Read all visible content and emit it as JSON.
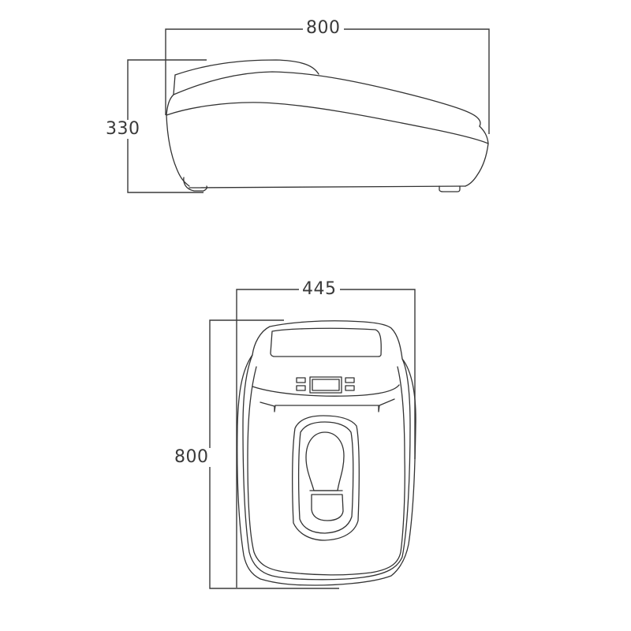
{
  "side_view": {
    "width_dimension": "800",
    "height_dimension": "330"
  },
  "top_view": {
    "width_dimension": "445",
    "depth_dimension": "800"
  },
  "colors": {
    "line": "#333333",
    "background": "#ffffff"
  }
}
